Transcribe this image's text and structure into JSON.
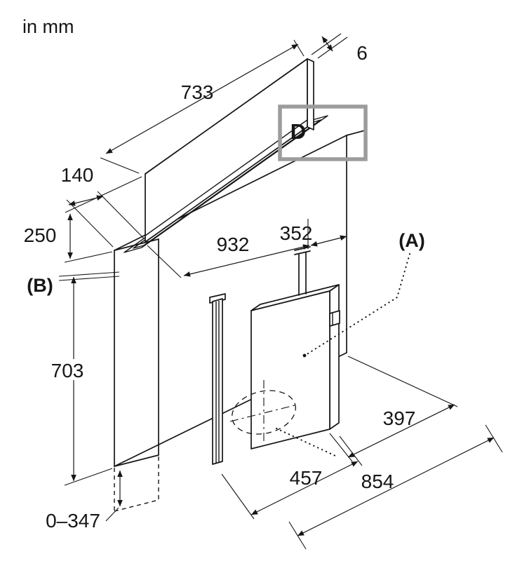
{
  "title": "in mm",
  "detail": {
    "label": "D"
  },
  "callouts": {
    "a": "(A)",
    "b": "(B)"
  },
  "dimensions": {
    "panel_length": "733",
    "panel_thickness": "6",
    "top_depth": "140",
    "panel_height": "250",
    "body_height": "703",
    "cutout_length": "932",
    "motor_offset": "352",
    "clearance_right": "397",
    "clearance_mid": "457",
    "clearance_total": "854",
    "telescopic_range": "0–347"
  },
  "colors": {
    "line": "#161616",
    "detail_box": "#9c9c9c",
    "background": "#ffffff"
  }
}
